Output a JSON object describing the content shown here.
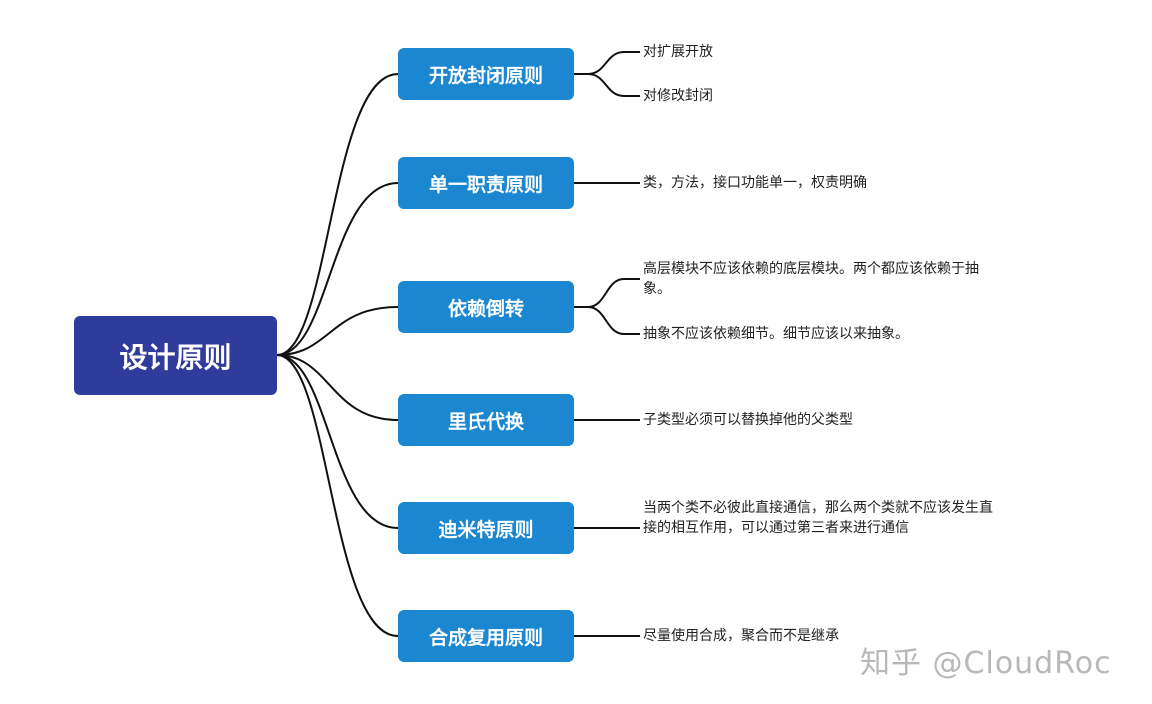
{
  "root": {
    "label": "设计原则"
  },
  "principles": [
    {
      "label": "开放封闭原则",
      "details": [
        "对扩展开放",
        "对修改封闭"
      ]
    },
    {
      "label": "单一职责原则",
      "details": [
        "类，方法，接口功能单一，权责明确"
      ]
    },
    {
      "label": "依赖倒转",
      "details": [
        "高层模块不应该依赖的底层模块。两个都应该依赖于抽象。",
        "抽象不应该依赖细节。细节应该以来抽象。"
      ]
    },
    {
      "label": "里氏代换",
      "details": [
        "子类型必须可以替换掉他的父类型"
      ]
    },
    {
      "label": "迪米特原则",
      "details": [
        "当两个类不必彼此直接通信，那么两个类就不应该发生直接的相互作用，可以通过第三者来进行通信"
      ]
    },
    {
      "label": "合成复用原则",
      "details": [
        "尽量使用合成，聚合而不是继承"
      ]
    }
  ],
  "watermark": "知乎 @CloudRoc"
}
